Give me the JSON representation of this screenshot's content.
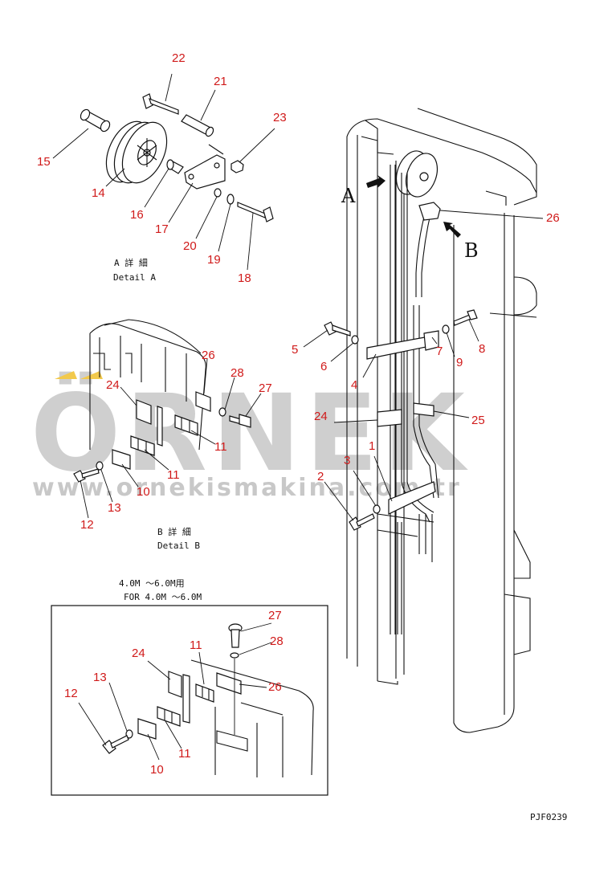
{
  "watermark": {
    "brand": "ÖRNEK",
    "url": "www.ornekismakina.com.tr",
    "accent_color": "#f2c94c"
  },
  "captions": {
    "detail_a_jp": "A 詳 細",
    "detail_a_en": "Detail A",
    "detail_b_jp": "B 詳 細",
    "detail_b_en": "Detail B",
    "variant_jp": "4.0M ～6.0M用",
    "variant_en": "FOR 4.0M ～6.0M",
    "view_a": "A",
    "view_b": "B",
    "code": "PJF0239"
  },
  "callouts": {
    "c1": "1",
    "c2": "2",
    "c3": "3",
    "c4": "4",
    "c5": "5",
    "c6": "6",
    "c7": "7",
    "c8": "8",
    "c9": "9",
    "c10": "10",
    "c11": "11",
    "c12": "12",
    "c13": "13",
    "c14": "14",
    "c15": "15",
    "c16": "16",
    "c17": "17",
    "c18": "18",
    "c19": "19",
    "c20": "20",
    "c21": "21",
    "c22": "22",
    "c23": "23",
    "c24": "24",
    "c25": "25",
    "c26": "26",
    "c27": "27",
    "c28": "28"
  },
  "colors": {
    "callout": "#d01a1a",
    "line": "#111111",
    "watermark": "#cfcfcf"
  }
}
